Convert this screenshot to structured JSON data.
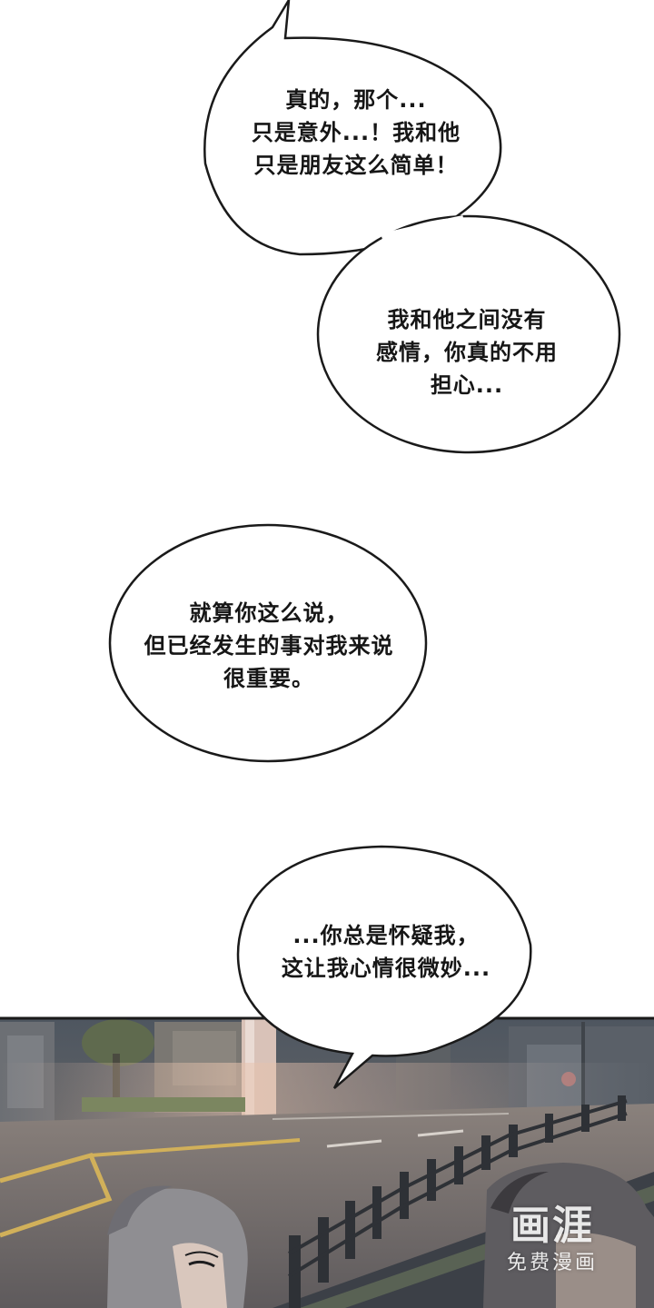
{
  "bubbles": [
    {
      "lines": [
        "真的，那个...",
        "只是意外...！我和他",
        "只是朋友这么简单！"
      ]
    },
    {
      "lines": [
        "我和他之间没有",
        "感情，你真的不用",
        "担心..."
      ]
    },
    {
      "lines": [
        "就算你这么说，",
        "但已经发生的事对我来说",
        "很重要。"
      ]
    },
    {
      "lines": [
        "...你总是怀疑我，",
        "这让我心情很微妙..."
      ]
    }
  ],
  "watermark": {
    "logo": "画涯",
    "subtitle": "免费漫画"
  }
}
